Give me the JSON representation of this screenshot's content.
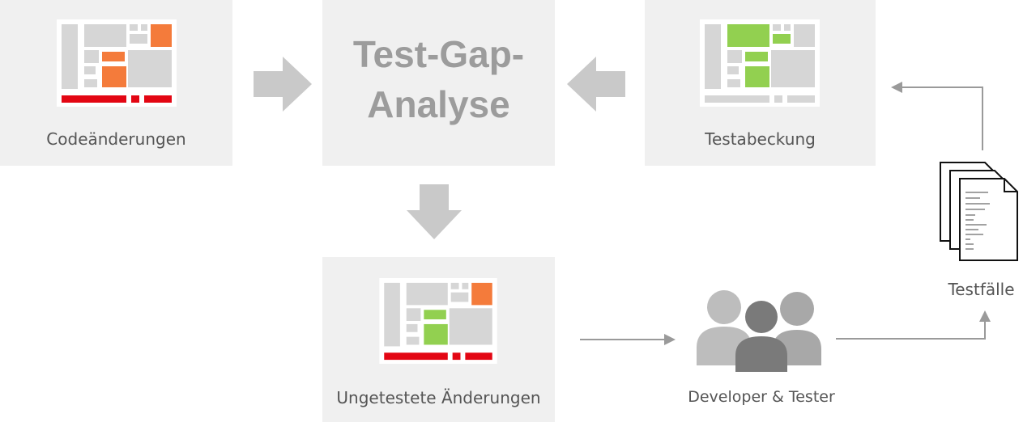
{
  "diagram": {
    "center_title_line1": "Test-Gap-",
    "center_title_line2": "Analyse",
    "label_changes": "Codeänderungen",
    "label_coverage": "Testabeckung",
    "label_untested": "Ungetestete Änderungen",
    "label_people": "Developer & Tester",
    "label_testcases": "Testfälle"
  },
  "colors": {
    "box_bg": "#f0f0f0",
    "block_gray": "#d6d6d6",
    "changed_orange": "#f47b3b",
    "red_bar": "#e30613",
    "covered_green": "#92d050",
    "arrow_gray": "#c9c9c9",
    "line_gray": "#9a9a9a"
  },
  "icons": [
    "code-map-icon",
    "coverage-map-icon",
    "untested-map-icon",
    "people-icon",
    "documents-icon"
  ]
}
